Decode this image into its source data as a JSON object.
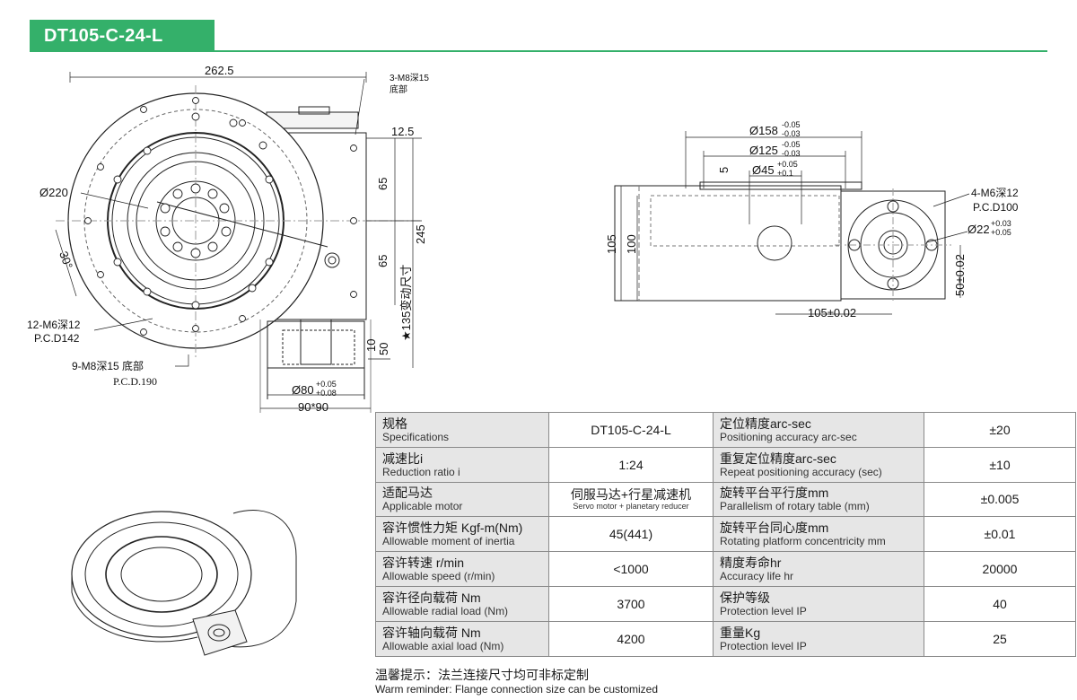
{
  "header": {
    "title": "DT105-C-24-L"
  },
  "top_view": {
    "width_dim": "262.5",
    "bottom_holes_a": "3-M8深15",
    "bottom_holes_a_sub": "底部",
    "offset_dim": "12.5",
    "diameter_outer": "Ø220",
    "v_dim_upper": "65",
    "v_dim_lower": "65",
    "height_dim": "245",
    "variable_dim": "★135变动尺寸",
    "angle": "30°",
    "holes_b": "12-M6深12",
    "holes_b_pcd": "P.C.D142",
    "holes_c": "9-M8深15  底部",
    "holes_c_pcd": "P.C.D.190",
    "dim_10": "10",
    "dim_50": "50",
    "spigot_dia": "Ø80",
    "spigot_tol_up": "+0.05",
    "spigot_tol_dn": "+0.08",
    "flange_square": "90*90"
  },
  "side_view": {
    "dia_158": "Ø158",
    "dia_158_tol_up": "-0.05",
    "dia_158_tol_dn": "-0.03",
    "dia_125": "Ø125",
    "dia_125_tol_up": "-0.05",
    "dia_125_tol_dn": "-0.03",
    "dia_45": "Ø45",
    "dia_45_tol_up": "+0.05",
    "dia_45_tol_dn": "+0.1",
    "step_5": "5",
    "h_105": "105",
    "h_100": "100",
    "holes_d": "4-M6深12",
    "holes_d_pcd": "P.C.D100",
    "dia_22": "Ø22",
    "dia_22_tol_up": "+0.03",
    "dia_22_tol_dn": "+0.05",
    "h_50": "50±0.02",
    "w_105": "105±0.02"
  },
  "specs": [
    {
      "l_zh": "规格",
      "l_en": "Specifications",
      "l_val": "DT105-C-24-L",
      "r_zh": "定位精度arc-sec",
      "r_en": "Positioning accuracy arc-sec",
      "r_val": "±20"
    },
    {
      "l_zh": "减速比i",
      "l_en": "Reduction ratio i",
      "l_val": "1:24",
      "r_zh": "重复定位精度arc-sec",
      "r_en": "Repeat positioning accuracy (sec)",
      "r_val": "±10"
    },
    {
      "l_zh": "适配马达",
      "l_en": "Applicable motor",
      "l_val": "伺服马达+行星减速机",
      "l_val_en": "Servo motor + planetary reducer",
      "r_zh": "旋转平台平行度mm",
      "r_en": "Parallelism of rotary table (mm)",
      "r_val": "±0.005"
    },
    {
      "l_zh": "容许惯性力矩 Kgf-m(Nm)",
      "l_en": "Allowable moment of inertia",
      "l_val": "45(441)",
      "r_zh": "旋转平台同心度mm",
      "r_en": "Rotating platform concentricity mm",
      "r_val": "±0.01"
    },
    {
      "l_zh": "容许转速 r/min",
      "l_en": "Allowable speed (r/min)",
      "l_val": "<1000",
      "r_zh": "精度寿命hr",
      "r_en": "Accuracy life hr",
      "r_val": "20000"
    },
    {
      "l_zh": "容许径向载荷 Nm",
      "l_en": "Allowable radial load (Nm)",
      "l_val": "3700",
      "r_zh": "保护等级",
      "r_en": "Protection level IP",
      "r_val": "40"
    },
    {
      "l_zh": "容许轴向载荷 Nm",
      "l_en": "Allowable axial load (Nm)",
      "l_val": "4200",
      "r_zh": "重量Kg",
      "r_en": "Protection level IP",
      "r_val": "25"
    }
  ],
  "reminder": {
    "zh": "温馨提示：法兰连接尺寸均可非标定制",
    "en": "Warm reminder: Flange connection size can be customized"
  }
}
